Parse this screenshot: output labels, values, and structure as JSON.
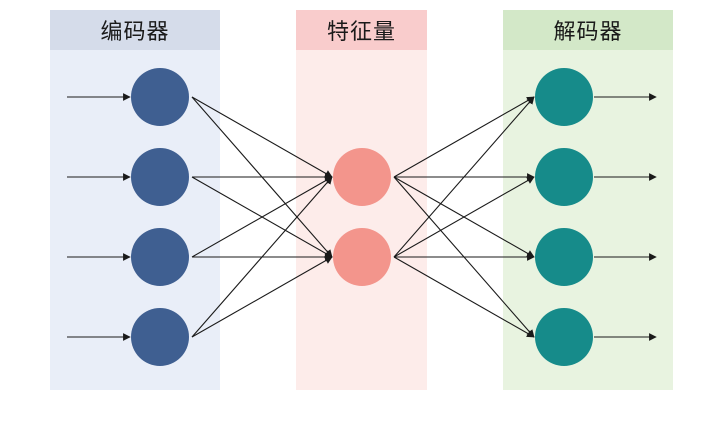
{
  "panels": {
    "encoder": {
      "title": "编码器"
    },
    "features": {
      "title": "特征量"
    },
    "decoder": {
      "title": "解码器"
    }
  },
  "colors": {
    "encoder_node": "#3f5f91",
    "feature_node": "#f3958c",
    "decoder_node": "#168b8a",
    "edge": "#1a1a1a"
  },
  "network": {
    "encoder_nodes": 4,
    "feature_nodes": 2,
    "decoder_nodes": 4,
    "input_arrows": 4,
    "output_arrows": 4
  }
}
